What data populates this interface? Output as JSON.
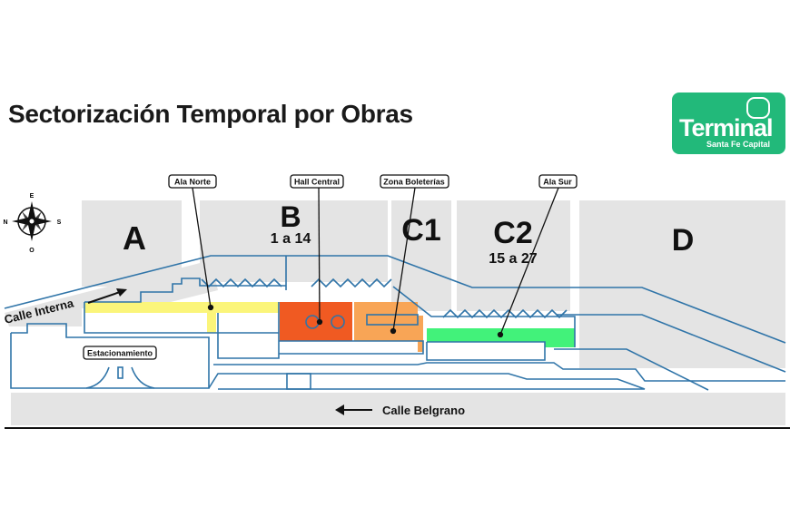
{
  "title": "Sectorización Temporal por Obras",
  "logo": {
    "name": "Terminal",
    "subtitle": "Santa Fe Capital"
  },
  "compass": {
    "top": "E",
    "left": "N",
    "right": "S",
    "bottom": "O"
  },
  "blocks": [
    {
      "name": "A",
      "range": ""
    },
    {
      "name": "B",
      "range": "1 a 14"
    },
    {
      "name": "C1",
      "range": ""
    },
    {
      "name": "C2",
      "range": "15 a 27"
    },
    {
      "name": "D",
      "range": ""
    }
  ],
  "zones": [
    {
      "label": "Ala Norte",
      "color": "#fbf57a"
    },
    {
      "label": "Hall Central",
      "color": "#f05a22"
    },
    {
      "label": "Zona Boleterías",
      "color": "#f8a556"
    },
    {
      "label": "Ala Sur",
      "color": "#42f27a"
    }
  ],
  "places": {
    "parking": "Estacionamiento",
    "internal_street": "Calle Interna",
    "main_street": "Calle Belgrano"
  },
  "colors": {
    "line": "#2f74a8",
    "block": "#e4e4e4",
    "brand": "#22b97a"
  }
}
